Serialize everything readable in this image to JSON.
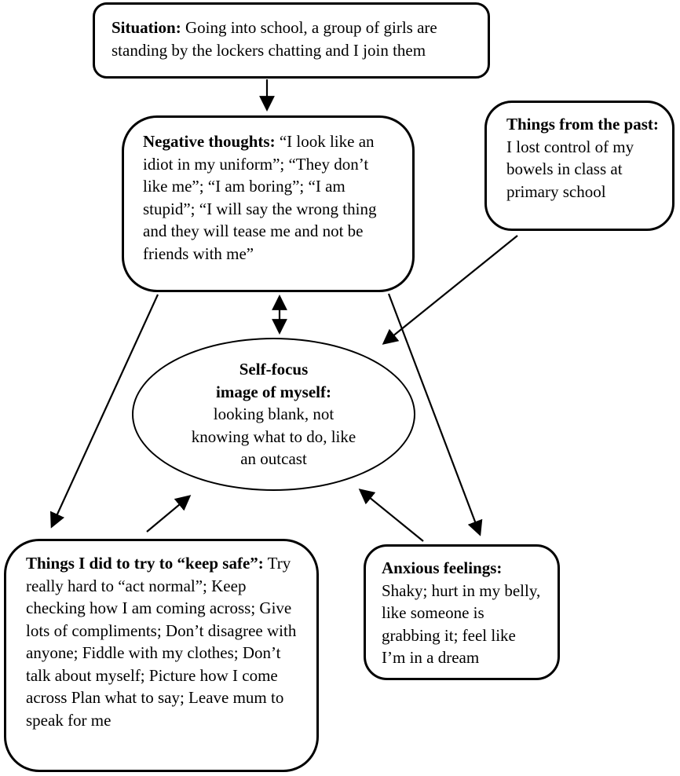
{
  "colors": {
    "ink": "#000000",
    "paper": "#ffffff"
  },
  "nodes": {
    "situation": {
      "label": "Situation:",
      "text": "Going into school, a group of girls are standing by the lockers chatting and I join them"
    },
    "negative_thoughts": {
      "label": "Negative thoughts:",
      "text": "“I look like an idiot in my uniform”; “They don’t like me”; “I am boring”; “I am stupid”; “I will say the wrong thing and they will tease me and not be friends with me”"
    },
    "things_from_past": {
      "label": "Things from the past:",
      "text": "I lost control of my bowels in class at primary school"
    },
    "self_focus": {
      "label_line1": "Self-focus",
      "label_line2": "image of myself:",
      "text": "looking blank, not knowing what to do, like an outcast"
    },
    "keep_safe": {
      "label": "Things I did to try to “keep safe”:",
      "text": "Try really hard to “act normal”; Keep checking how I am coming across; Give lots of compliments; Don’t disagree with anyone; Fiddle with my clothes; Don’t talk about myself; Picture how I come across Plan what to say; Leave mum to speak for me"
    },
    "anxious_feelings": {
      "label": "Anxious feelings:",
      "text": "Shaky; hurt in my belly, like someone is grabbing it; feel like I’m in a dream"
    }
  },
  "arrows": [
    {
      "from": "situation",
      "to": "negative_thoughts",
      "double": false
    },
    {
      "from": "negative_thoughts",
      "to": "self_focus",
      "double": true
    },
    {
      "from": "things_from_past",
      "to": "self_focus",
      "double": false
    },
    {
      "from": "negative_thoughts",
      "to": "keep_safe",
      "double": false
    },
    {
      "from": "keep_safe",
      "to": "self_focus",
      "double": false
    },
    {
      "from": "negative_thoughts",
      "to": "anxious_feelings",
      "double": false
    },
    {
      "from": "anxious_feelings",
      "to": "self_focus",
      "double": false
    }
  ]
}
